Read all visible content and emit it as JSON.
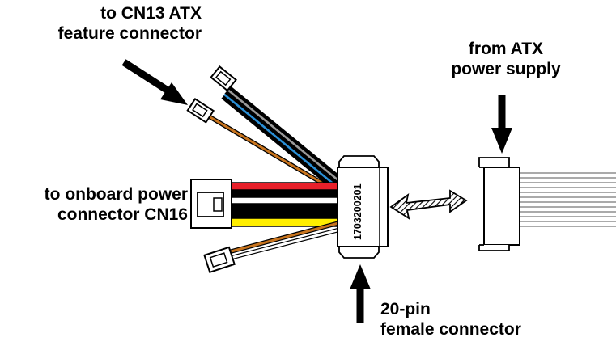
{
  "labels": {
    "cn13": {
      "line1": "to CN13 ATX",
      "line2": "feature connector"
    },
    "atx_supply": {
      "line1": "from ATX",
      "line2": "power supply"
    },
    "cn16": {
      "line1": "to onboard power",
      "line2": "connector CN16"
    },
    "female": {
      "line1": "20-pin",
      "line2": "female connector"
    }
  },
  "part_number": "1703200201",
  "colors": {
    "red": "#e8202a",
    "black": "#000000",
    "yellow": "#ffee00",
    "orange": "#c8741e",
    "blue": "#2a8fd6",
    "gray": "#9a9a9a",
    "white": "#ffffff"
  }
}
